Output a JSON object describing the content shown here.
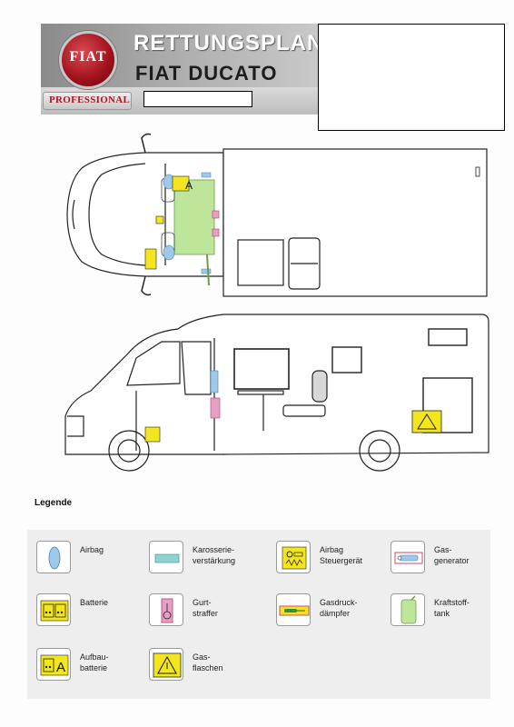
{
  "header": {
    "logo_text": "FIAT",
    "title": "RETTUNGSPLAN",
    "subtitle": "FIAT DUCATO",
    "badge": "PROFESSIONAL"
  },
  "diagram": {
    "battery_badge_letter": "A"
  },
  "legend": {
    "title": "Legende",
    "items": [
      {
        "line1": "Airbag",
        "line2": ""
      },
      {
        "line1": "Karosserie-",
        "line2": "verstärkung"
      },
      {
        "line1": "Airbag",
        "line2": "Steuergerät"
      },
      {
        "line1": "Gas-",
        "line2": "generator"
      },
      {
        "line1": "Batterie",
        "line2": ""
      },
      {
        "line1": "Gurt-",
        "line2": "straffer"
      },
      {
        "line1": "Gasdruck-",
        "line2": "dämpfer"
      },
      {
        "line1": "Kraftstoff-",
        "line2": "tank"
      },
      {
        "line1": "Aufbau-",
        "line2": "batterie"
      },
      {
        "line1": "Gas-",
        "line2": "flaschen"
      }
    ]
  },
  "colors": {
    "fiat_red": "#a0101c",
    "airbag_blue": "#9fc9ea",
    "reinforcement_teal": "#8fd3d1",
    "warning_yellow": "#f3e61e",
    "tensioner_pink": "#e7a0c4",
    "tank_green": "#bde69a"
  }
}
